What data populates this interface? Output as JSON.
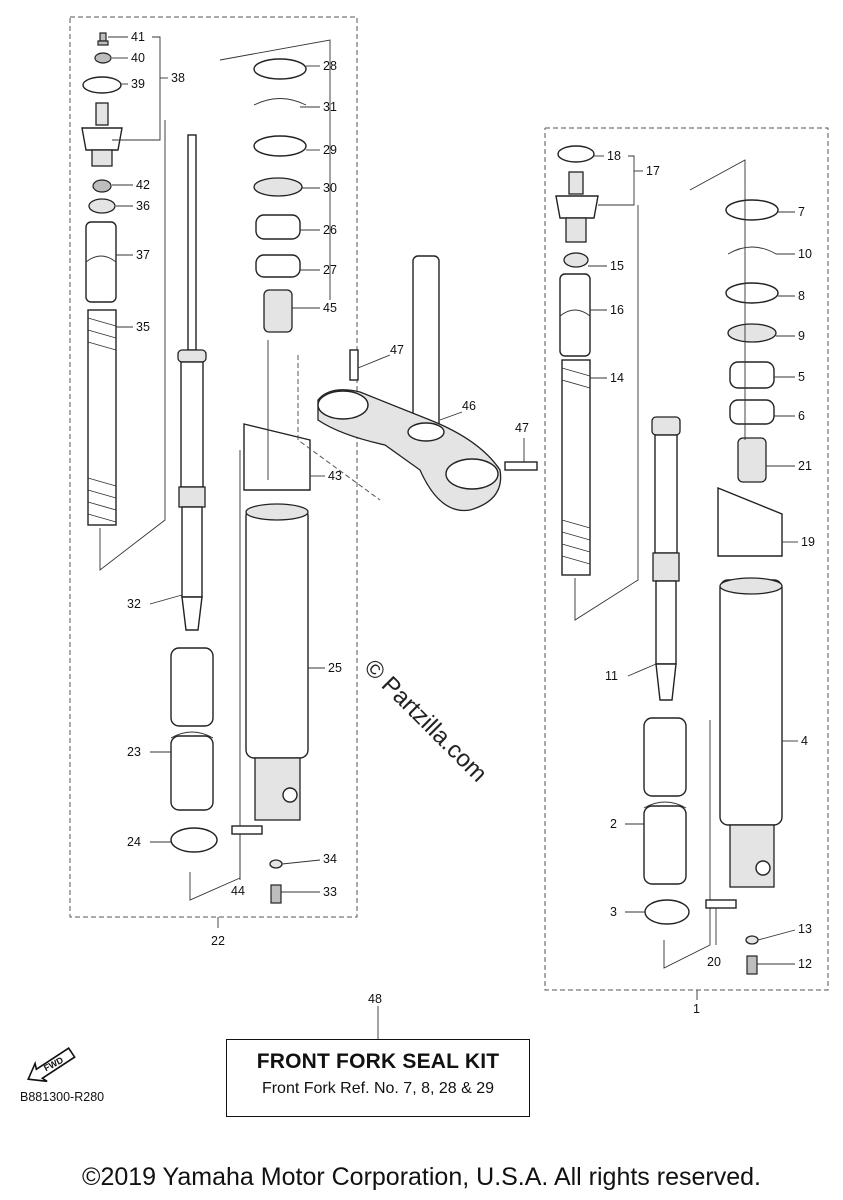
{
  "callouts": {
    "c1": "1",
    "c2": "2",
    "c3": "3",
    "c4": "4",
    "c5": "5",
    "c6": "6",
    "c7": "7",
    "c8": "8",
    "c9": "9",
    "c10": "10",
    "c11": "11",
    "c12": "12",
    "c13": "13",
    "c14": "14",
    "c15": "15",
    "c16": "16",
    "c17": "17",
    "c18": "18",
    "c19": "19",
    "c20": "20",
    "c21": "21",
    "c22": "22",
    "c23": "23",
    "c24": "24",
    "c25": "25",
    "c26": "26",
    "c27": "27",
    "c28": "28",
    "c29": "29",
    "c30": "30",
    "c31": "31",
    "c32": "32",
    "c33": "33",
    "c34": "34",
    "c35": "35",
    "c36": "36",
    "c37": "37",
    "c38": "38",
    "c39": "39",
    "c40": "40",
    "c41": "41",
    "c42": "42",
    "c43": "43",
    "c44": "44",
    "c45": "45",
    "c46": "46",
    "c47a": "47",
    "c47b": "47"
  },
  "kit": {
    "number": "48",
    "title": "FRONT FORK SEAL KIT",
    "subtitle": "Front Fork Ref. No. 7, 8, 28 & 29"
  },
  "fwd_label": "FWD",
  "drawing_code": "B881300-R280",
  "watermark": "© Partzilla.com",
  "copyright": "©2019 Yamaha Motor Corporation, U.S.A. All rights reserved.",
  "icons": {
    "fwd": "fwd-arrow-icon"
  }
}
